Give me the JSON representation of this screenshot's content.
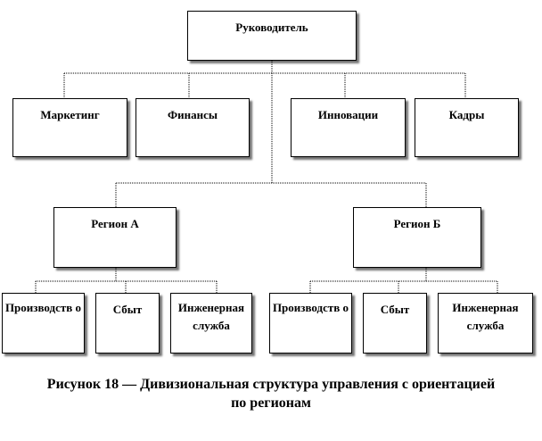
{
  "nodes": {
    "head": "Руководитель",
    "marketing": "Маркетинг",
    "finance": "Финансы",
    "innovation": "Инновации",
    "hr": "Кадры",
    "region_a": "Регион А",
    "region_b": "Регион Б",
    "region_a_production": "Производств о",
    "region_a_sales": "Сбыт",
    "region_a_engineering": "Инженерная служба",
    "region_b_production": "Производств о",
    "region_b_sales": "Сбыт",
    "region_b_engineering": "Инженерная служба"
  },
  "caption": {
    "line1": "Рисунок 18 — Дивизиональная структура управления с ориентацией",
    "line2": "по регионам"
  }
}
